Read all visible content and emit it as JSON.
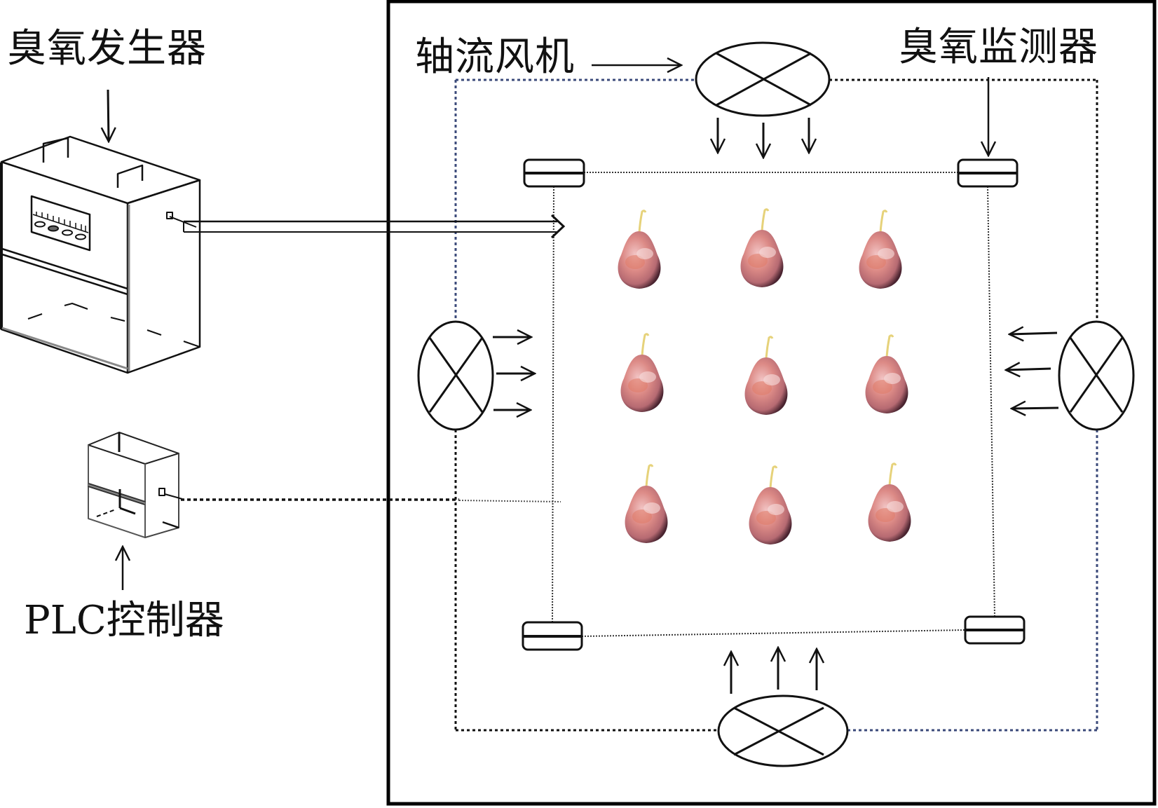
{
  "figure": {
    "labels": {
      "ozone_generator": "臭氧发生器",
      "axial_fan": "轴流风机",
      "ozone_monitor": "臭氧监测器",
      "plc_controller": "PLC控制器"
    },
    "components": {
      "fans": [
        {
          "id": "top",
          "airflow_direction": "down"
        },
        {
          "id": "left",
          "airflow_direction": "right"
        },
        {
          "id": "right",
          "airflow_direction": "left"
        },
        {
          "id": "bottom",
          "airflow_direction": "up"
        }
      ],
      "sensors": [
        "top-left",
        "top-right",
        "bottom-left",
        "bottom-right"
      ],
      "fruit": {
        "kind": "pear",
        "rows": 3,
        "cols": 3,
        "count": 9
      }
    },
    "colors": {
      "line": "#111111",
      "navy_dotted": "#3b4a7a",
      "frame": "#000000",
      "pear_body": "#d9858a",
      "pear_stem": "#e6d27a"
    }
  }
}
